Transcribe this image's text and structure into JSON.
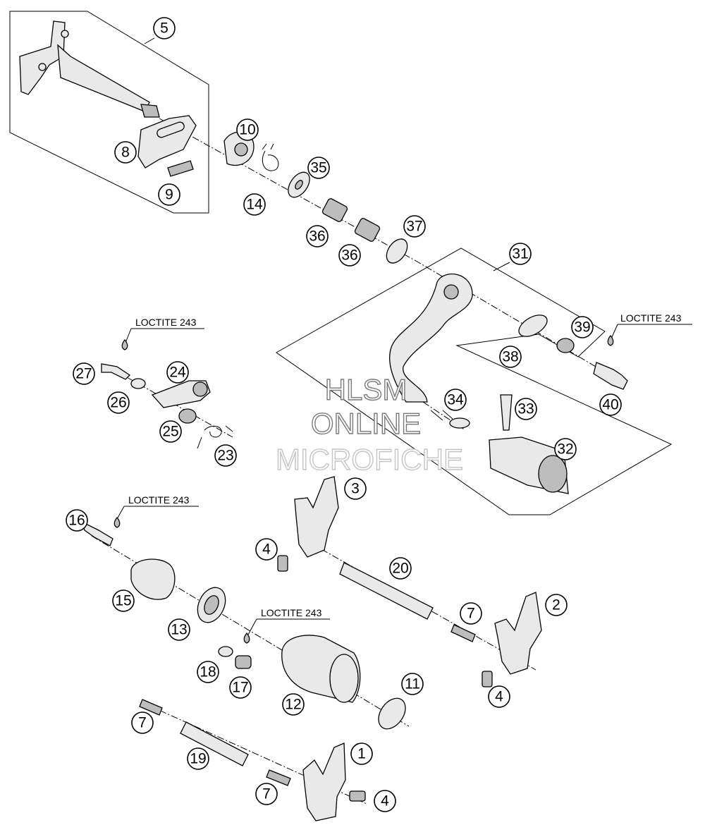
{
  "diagram": {
    "watermark": {
      "line1": "HLSM",
      "line2": "ONLINE",
      "line3": "MICROFICHE"
    },
    "notes": [
      {
        "id": "n1",
        "text": "LOCTITE 243"
      },
      {
        "id": "n2",
        "text": "LOCTITE 243"
      },
      {
        "id": "n3",
        "text": "LOCTITE 243"
      },
      {
        "id": "n4",
        "text": "LOCTITE 243"
      }
    ],
    "callouts": [
      {
        "id": "c5",
        "label": "5"
      },
      {
        "id": "c8",
        "label": "8"
      },
      {
        "id": "c9",
        "label": "9"
      },
      {
        "id": "c10",
        "label": "10"
      },
      {
        "id": "c14",
        "label": "14"
      },
      {
        "id": "c35",
        "label": "35"
      },
      {
        "id": "c36a",
        "label": "36"
      },
      {
        "id": "c36b",
        "label": "36"
      },
      {
        "id": "c37",
        "label": "37"
      },
      {
        "id": "c31",
        "label": "31"
      },
      {
        "id": "c38",
        "label": "38"
      },
      {
        "id": "c39",
        "label": "39"
      },
      {
        "id": "c40",
        "label": "40"
      },
      {
        "id": "c34",
        "label": "34"
      },
      {
        "id": "c33",
        "label": "33"
      },
      {
        "id": "c32",
        "label": "32"
      },
      {
        "id": "c27",
        "label": "27"
      },
      {
        "id": "c26",
        "label": "26"
      },
      {
        "id": "c24",
        "label": "24"
      },
      {
        "id": "c25",
        "label": "25"
      },
      {
        "id": "c23",
        "label": "23"
      },
      {
        "id": "c3",
        "label": "3"
      },
      {
        "id": "c16",
        "label": "16"
      },
      {
        "id": "c4a",
        "label": "4"
      },
      {
        "id": "c20",
        "label": "20"
      },
      {
        "id": "c15",
        "label": "15"
      },
      {
        "id": "c2",
        "label": "2"
      },
      {
        "id": "c7a",
        "label": "7"
      },
      {
        "id": "c13",
        "label": "13"
      },
      {
        "id": "c18",
        "label": "18"
      },
      {
        "id": "c17",
        "label": "17"
      },
      {
        "id": "c12",
        "label": "12"
      },
      {
        "id": "c11",
        "label": "11"
      },
      {
        "id": "c4b",
        "label": "4"
      },
      {
        "id": "c7b",
        "label": "7"
      },
      {
        "id": "c19",
        "label": "19"
      },
      {
        "id": "c1",
        "label": "1"
      },
      {
        "id": "c7c",
        "label": "7"
      },
      {
        "id": "c4c",
        "label": "4"
      }
    ]
  }
}
